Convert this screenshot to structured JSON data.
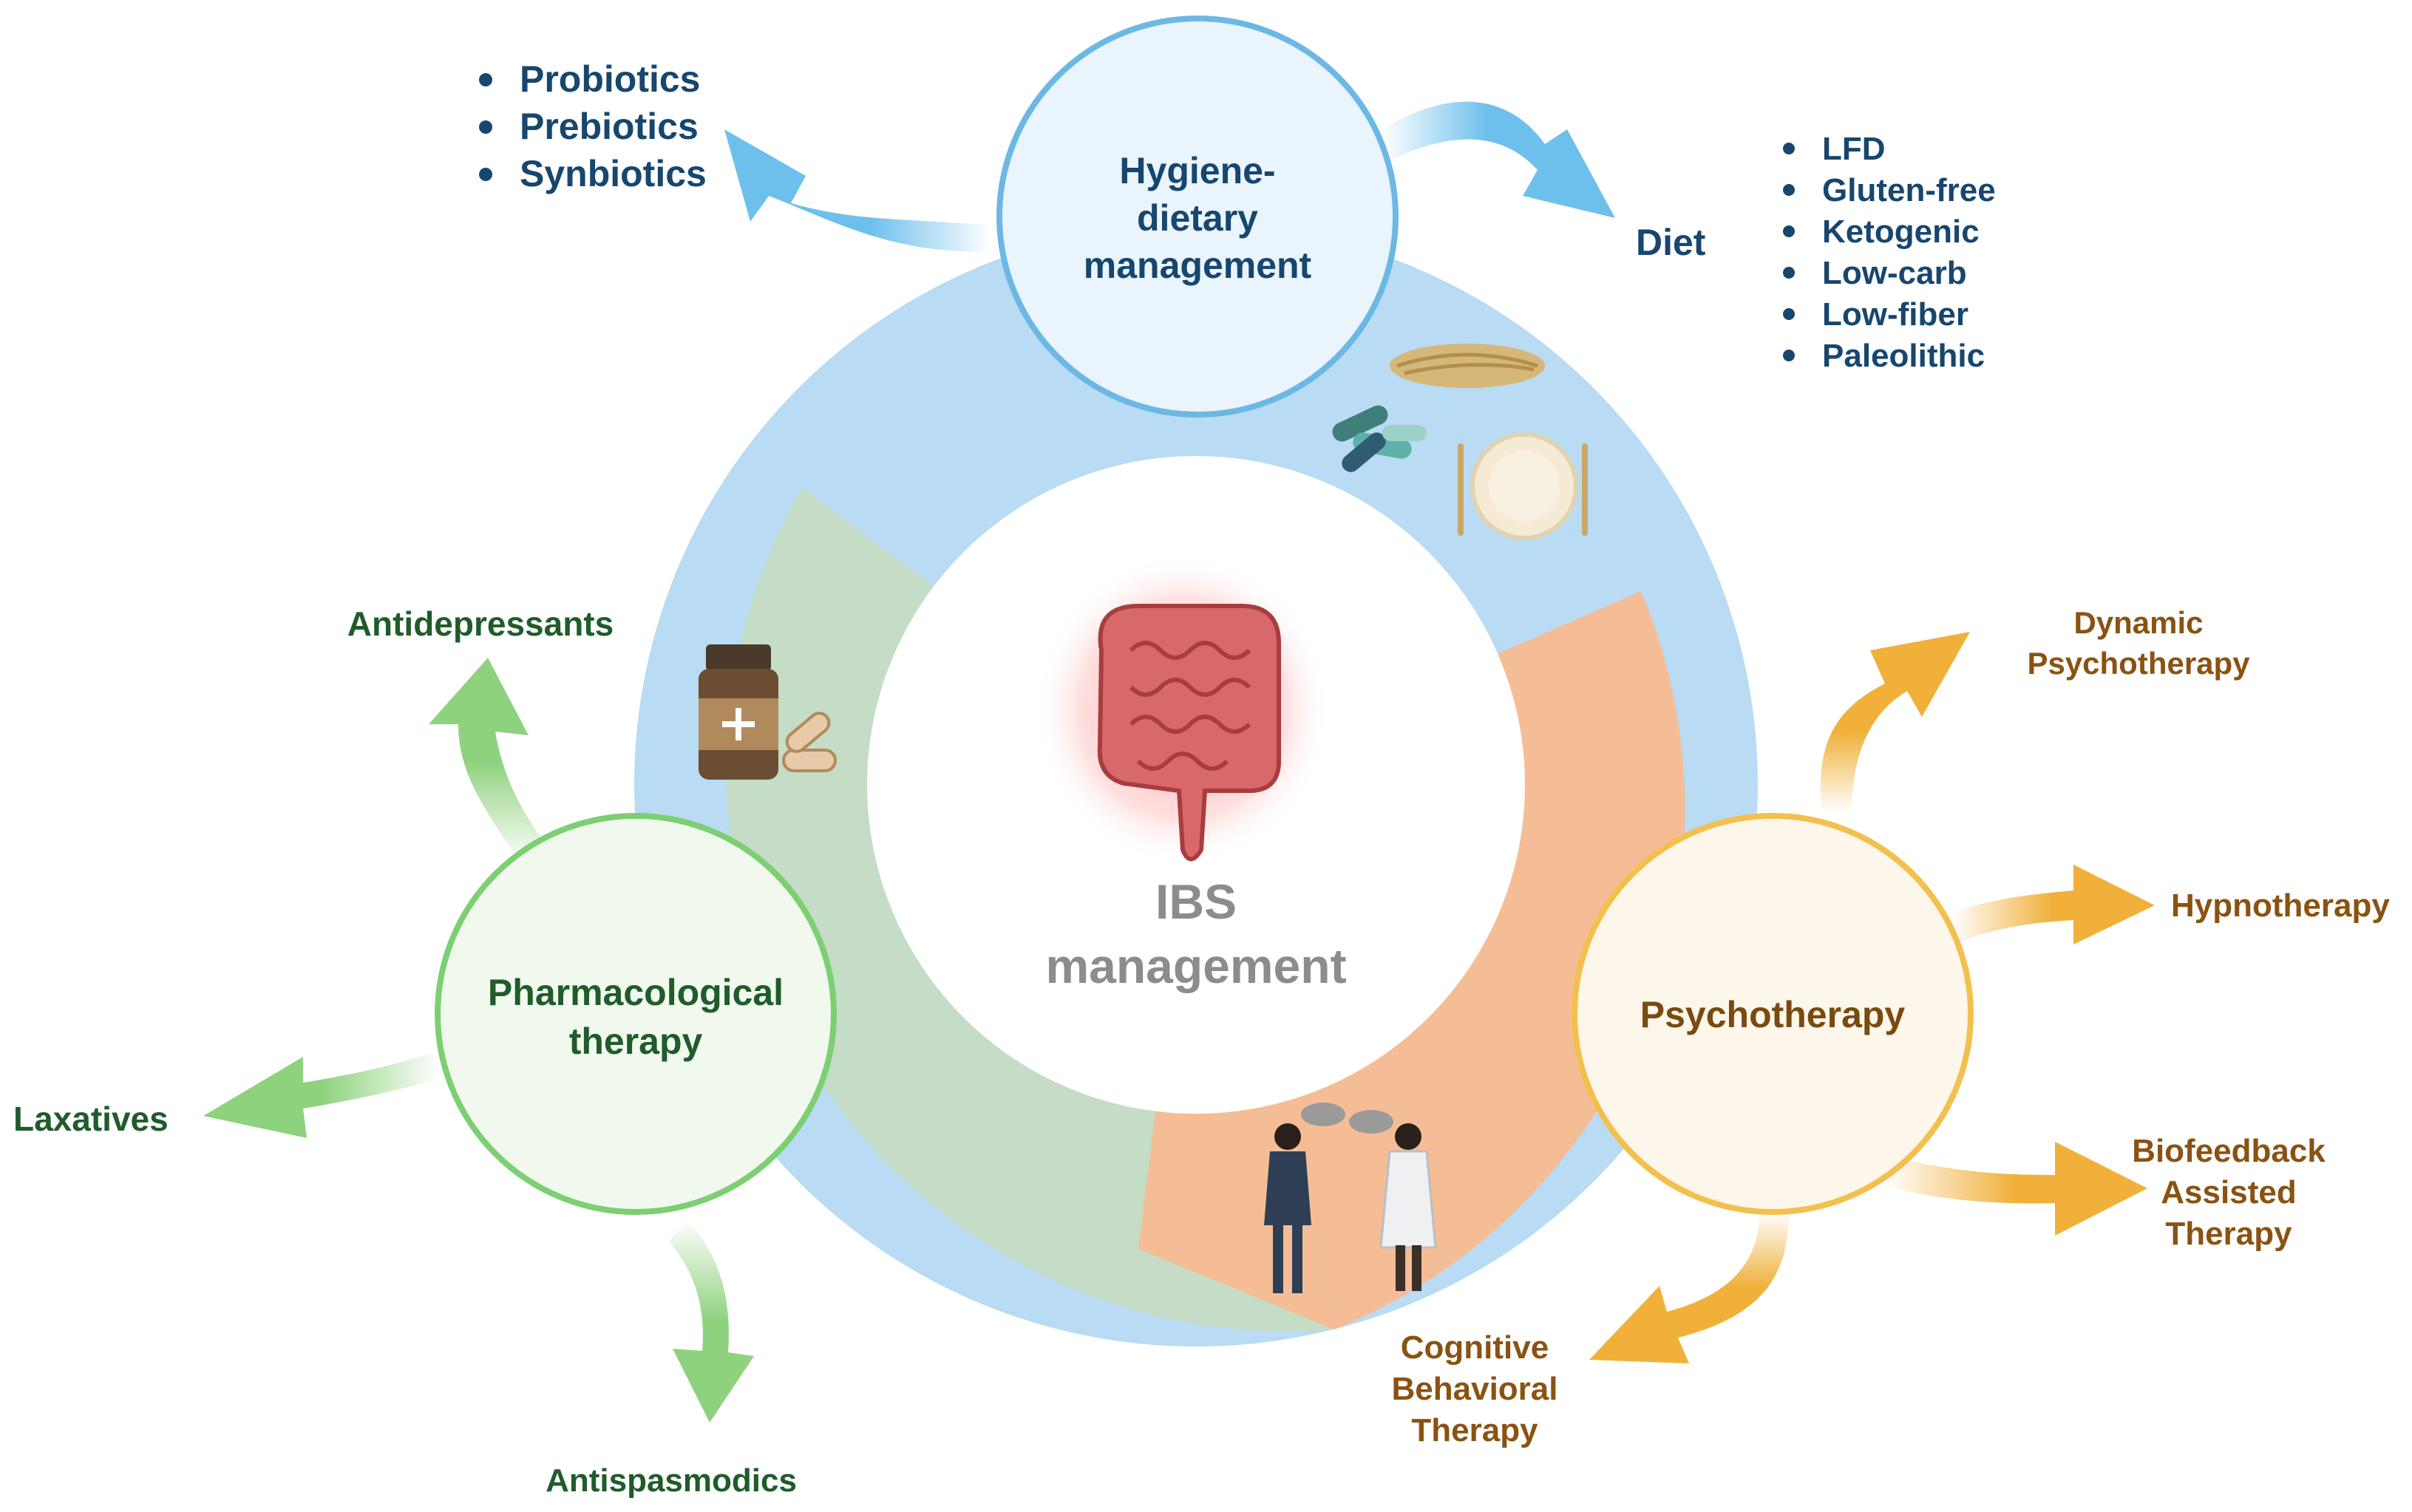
{
  "center": {
    "line1": "IBS",
    "line2": "management",
    "icon": "intestine-icon"
  },
  "hubs": {
    "hygiene": {
      "line1": "Hygiene-",
      "line2": "dietary",
      "line3": "management",
      "color": "#6cb8e4"
    },
    "pharmacological": {
      "line1": "Pharmacological",
      "line2": "therapy",
      "color": "#7ccf72"
    },
    "psychotherapy": {
      "line1": "Psychotherapy",
      "color": "#f3c04e"
    }
  },
  "supplements": {
    "items": [
      "Probiotics",
      "Prebiotics",
      "Synbiotics"
    ]
  },
  "diet": {
    "label": "Diet",
    "items": [
      "LFD",
      "Gluten-free",
      "Ketogenic",
      "Low-carb",
      "Low-fiber",
      "Paleolithic"
    ]
  },
  "pharma": {
    "antidepressants": "Antidepressants",
    "laxatives": "Laxatives",
    "antispasmodics": "Antispasmodics"
  },
  "psycho": {
    "dynamic": {
      "line1": "Dynamic",
      "line2": "Psychotherapy"
    },
    "hypnotherapy": "Hypnotherapy",
    "biofeedback": {
      "line1": "Biofeedback",
      "line2": "Assisted",
      "line3": "Therapy"
    },
    "cbt": {
      "line1": "Cognitive",
      "line2": "Behavioral",
      "line3": "Therapy"
    }
  },
  "colors": {
    "ring_blue": "#b9dbf3",
    "ring_green": "#c5dcc6",
    "ring_orange": "#f5bd96",
    "arrow_blue": "#6ec0ec",
    "arrow_green": "#8fd27e",
    "arrow_orange": "#f0b03a"
  },
  "icons": [
    "medicine-bottle-icon",
    "pills-icon",
    "plate-cutlery-icon",
    "grain-icon",
    "capsules-icon",
    "patient-doctor-icon",
    "speech-bubbles-icon"
  ]
}
